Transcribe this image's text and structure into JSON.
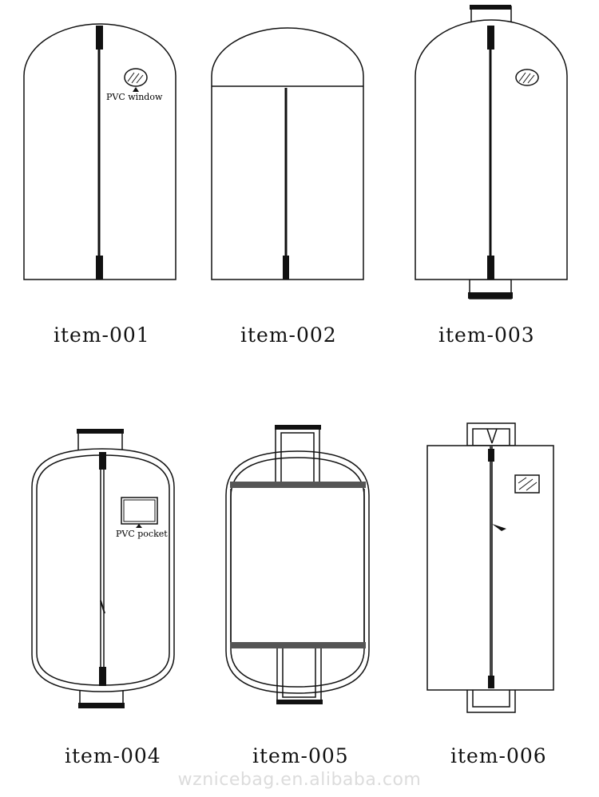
{
  "items": [
    {
      "label": "item-001",
      "note": "PVC window"
    },
    {
      "label": "item-002"
    },
    {
      "label": "item-003"
    },
    {
      "label": "item-004",
      "note": "PVC pocket"
    },
    {
      "label": "item-005"
    },
    {
      "label": "item-006"
    }
  ],
  "watermark": "wznicebag.en.alibaba.com",
  "colors": {
    "line": "#111111",
    "band": "#555555",
    "caption": "#111111",
    "watermark": "#dcdcdc"
  }
}
